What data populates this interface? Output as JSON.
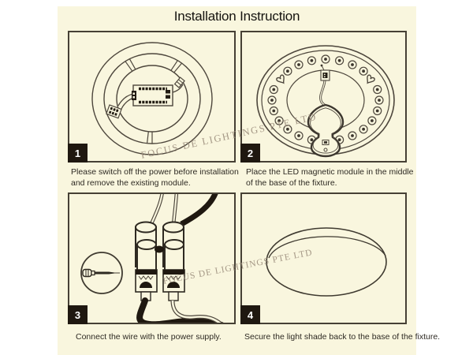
{
  "title": "Installation Instruction",
  "watermark": {
    "text": "FOCUS DE LIGHTINGS PTE LTD",
    "color": "#9b8d7c"
  },
  "steps": [
    {
      "number": "1",
      "caption": "Please switch off the power before installation and remove the existing module."
    },
    {
      "number": "2",
      "caption": "Place the LED magnetic module in the middle of the base of the fixture."
    },
    {
      "number": "3",
      "caption": "Connect the wire with the power supply."
    },
    {
      "number": "4",
      "caption": "Secure the light shade back to the base of the fixture."
    }
  ],
  "colors": {
    "page_background": "#ffffff",
    "sheet_background": "#f9f6de",
    "line": "#4d463c",
    "badge_background": "#1f1810",
    "badge_text": "#ffffff",
    "watermark": "#9b8d7c"
  }
}
